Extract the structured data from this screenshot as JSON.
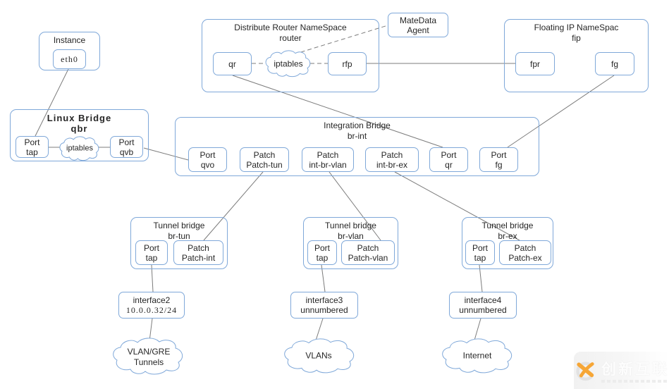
{
  "colors": {
    "box_border": "#7fa8d9",
    "connector_line": "#7c7c7c",
    "text": "#262626",
    "logo_orange": "#f6a636",
    "logo_gray": "#e2e2e2"
  },
  "instance": {
    "title": "Instance",
    "port": "eth0"
  },
  "linux_bridge": {
    "title": "Linux Bridge",
    "name": "qbr",
    "port_tap_l1": "Port",
    "port_tap_l2": "tap",
    "iptables": "iptables",
    "port_qvb_l1": "Port",
    "port_qvb_l2": "qvb"
  },
  "router_ns": {
    "title": "Distribute Router NameSpace",
    "name": "router",
    "qr": "qr",
    "iptables": "iptables",
    "rfp": "rfp"
  },
  "metadata_agent": {
    "l1": "MateData",
    "l2": "Agent"
  },
  "floating_ns": {
    "title": "Floating  IP NameSpac",
    "name": "fip",
    "fpr": "fpr",
    "fg": "fg"
  },
  "br_int": {
    "title": "Integration Bridge",
    "name": "br-int",
    "port_qvo_l1": "Port",
    "port_qvo_l2": "qvo",
    "patch_tun_l1": "Patch",
    "patch_tun_l2": "Patch-tun",
    "int_br_vlan_l1": "Patch",
    "int_br_vlan_l2": "int-br-vlan",
    "int_br_ex_l1": "Patch",
    "int_br_ex_l2": "int-br-ex",
    "port_qr_l1": "Port",
    "port_qr_l2": "qr",
    "port_fg_l1": "Port",
    "port_fg_l2": "fg"
  },
  "br_tun": {
    "title": "Tunnel bridge",
    "name": "br-tun",
    "tap_l1": "Port",
    "tap_l2": "tap",
    "patch_l1": "Patch",
    "patch_l2": "Patch-int"
  },
  "br_vlan": {
    "title": "Tunnel bridge",
    "name": "br-vlan",
    "tap_l1": "Port",
    "tap_l2": "tap",
    "patch_l1": "Patch",
    "patch_l2": "Patch-vlan"
  },
  "br_ex": {
    "title": "Tunnel bridge",
    "name": "br-ex",
    "tap_l1": "Port",
    "tap_l2": "tap",
    "patch_l1": "Patch",
    "patch_l2": "Patch-ex"
  },
  "iface2": {
    "name": "interface2",
    "detail": "10.0.0.32/24"
  },
  "iface3": {
    "name": "interface3",
    "detail": "unnumbered"
  },
  "iface4": {
    "name": "interface4",
    "detail": "unnumbered"
  },
  "clouds": {
    "tunnels_l1": "VLAN/GRE",
    "tunnels_l2": "Tunnels",
    "vlans": "VLANs",
    "internet": "Internet"
  },
  "logo": {
    "text": "创新互联"
  }
}
